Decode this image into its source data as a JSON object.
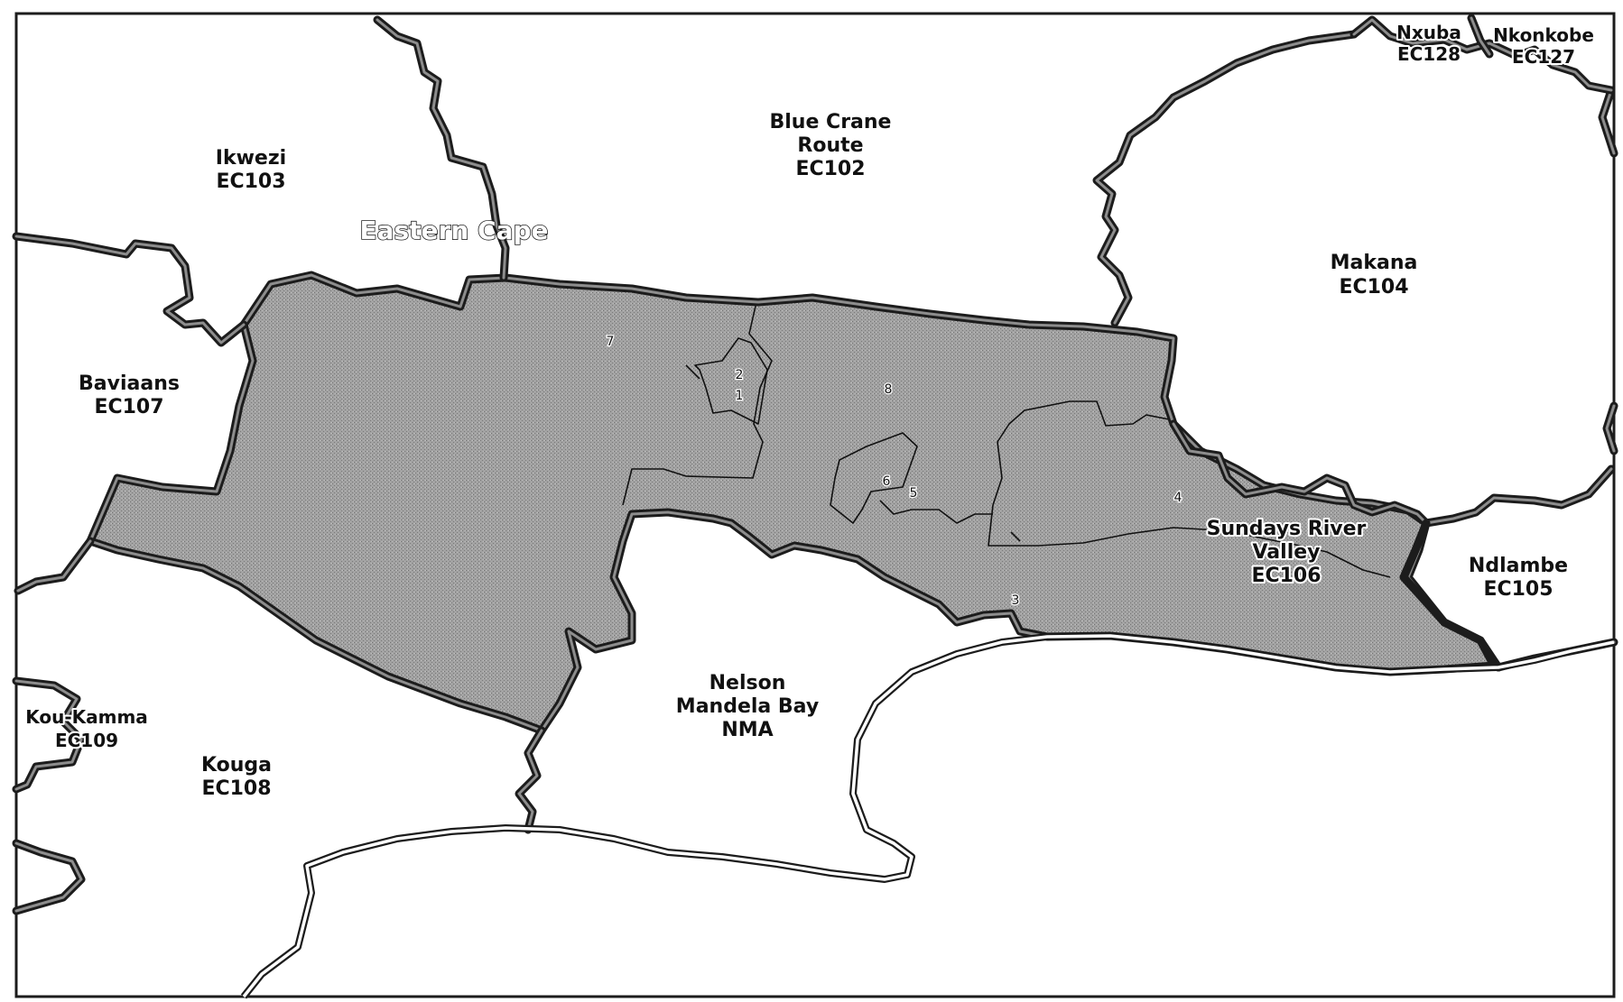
{
  "province": "Eastern Cape",
  "colors": {
    "highlight_fill": "#9c9c9c",
    "boundary": "#1c1c1c",
    "background": "#ffffff"
  },
  "municipalities": {
    "ikwezi": {
      "name": "Ikwezi",
      "code": "EC103"
    },
    "blue_crane": {
      "name_line1": "Blue Crane",
      "name_line2": "Route",
      "code": "EC102"
    },
    "makana": {
      "name": "Makana",
      "code": "EC104"
    },
    "nxuba": {
      "name": "Nxuba",
      "code": "EC128"
    },
    "nkonkobe": {
      "name": "Nkonkobe",
      "code": "EC127"
    },
    "baviaans": {
      "name": "Baviaans",
      "code": "EC107"
    },
    "sundays_river": {
      "name_line1": "Sundays River",
      "name_line2": "Valley",
      "code": "EC106"
    },
    "ndlambe": {
      "name": "Ndlambe",
      "code": "EC105"
    },
    "nelson_mandela": {
      "name_line1": "Nelson",
      "name_line2": "Mandela Bay",
      "code": "NMA"
    },
    "kou_kamma": {
      "name": "Kou-Kamma",
      "code": "EC109"
    },
    "kouga": {
      "name": "Kouga",
      "code": "EC108"
    }
  },
  "wards": [
    "1",
    "2",
    "3",
    "4",
    "5",
    "6",
    "7",
    "8"
  ]
}
